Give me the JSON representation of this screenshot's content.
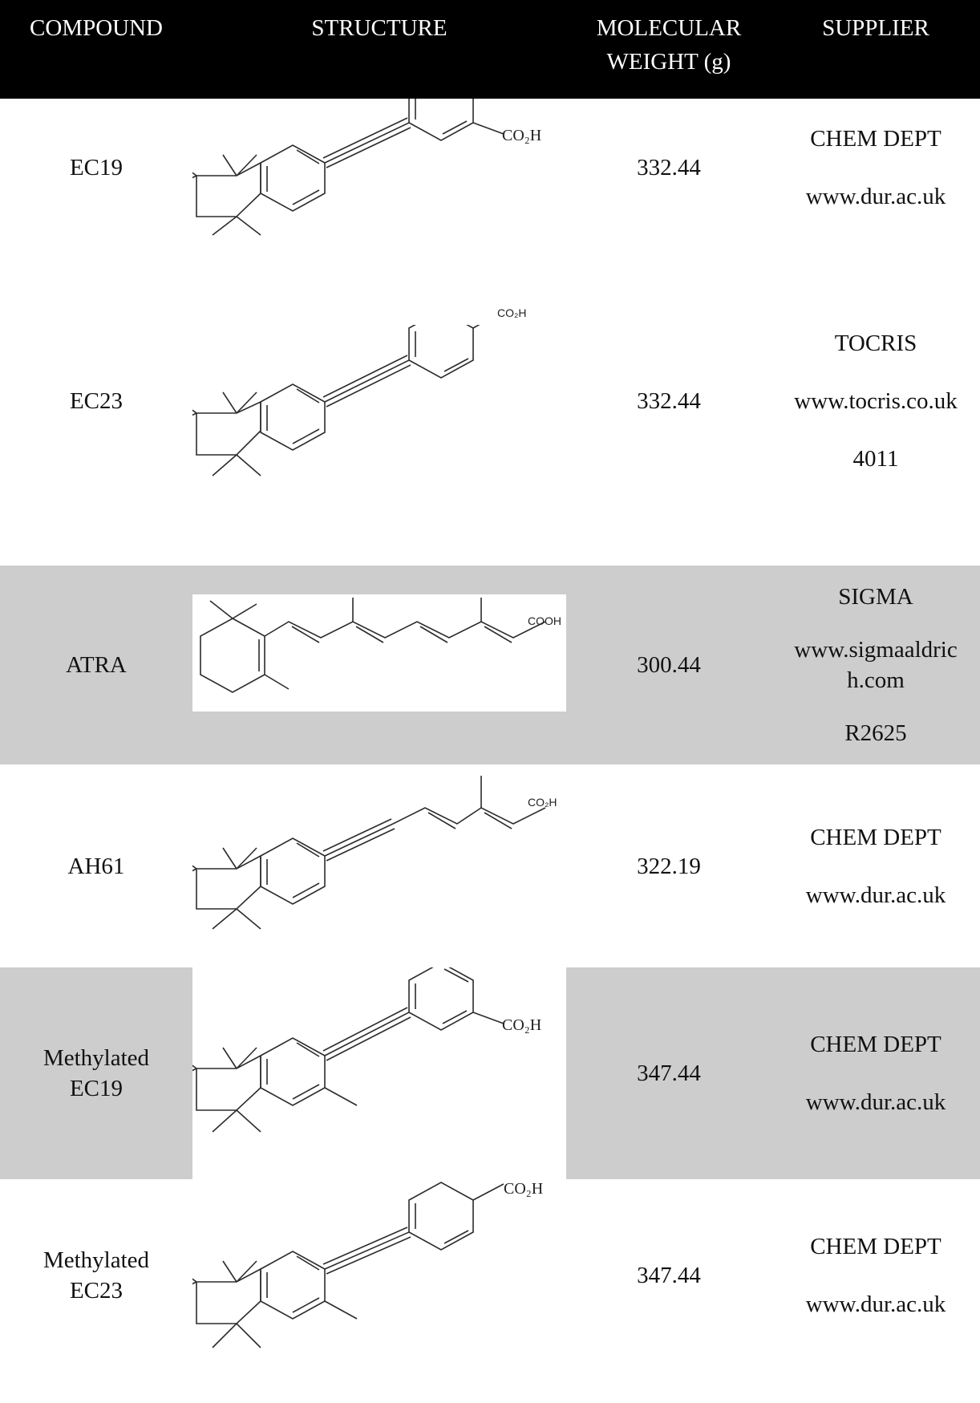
{
  "headers": {
    "compound": "COMPOUND",
    "structure": "STRUCTURE",
    "mw_line1": "MOLECULAR",
    "mw_line2": "WEIGHT (g)",
    "supplier": "SUPPLIER"
  },
  "rows": [
    {
      "compound": [
        "EC19"
      ],
      "mw": "332.44",
      "supplier": [
        "CHEM DEPT",
        "www.dur.ac.uk"
      ],
      "structure_label": "CO₂H"
    },
    {
      "compound": [
        "EC23"
      ],
      "mw": "332.44",
      "supplier": [
        "TOCRIS",
        "www.tocris.co.uk",
        "4011"
      ],
      "structure_label": "CO₂H"
    },
    {
      "compound": [
        "ATRA"
      ],
      "mw": "300.44",
      "supplier": [
        "SIGMA",
        "www.sigmaaldric",
        "h.com",
        "R2625"
      ],
      "structure_label": "COOH"
    },
    {
      "compound": [
        "AH61"
      ],
      "mw": "322.19",
      "supplier": [
        "CHEM DEPT",
        "www.dur.ac.uk"
      ],
      "structure_label": "CO₂H"
    },
    {
      "compound": [
        "Methylated",
        "EC19"
      ],
      "mw": "347.44",
      "supplier": [
        "CHEM DEPT",
        "www.dur.ac.uk"
      ],
      "structure_label": "CO₂H"
    },
    {
      "compound": [
        "Methylated",
        "EC23"
      ],
      "mw": "347.44",
      "supplier": [
        "CHEM DEPT",
        "www.dur.ac.uk"
      ],
      "structure_label": "CO₂H"
    }
  ],
  "colors": {
    "header_bg": "#000000",
    "header_text": "#ffffff",
    "shade": "#cdcdcd"
  }
}
